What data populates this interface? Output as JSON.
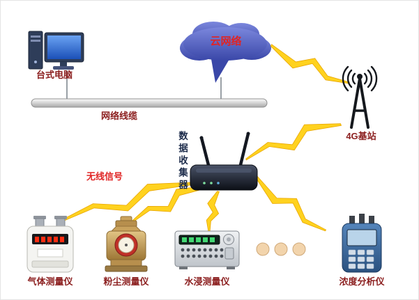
{
  "diagram": {
    "nodes": {
      "desktop": {
        "label": "台式电脑"
      },
      "cloud": {
        "label": "云网络"
      },
      "network_cable": {
        "label": "网络线缆"
      },
      "base_station": {
        "label": "4G基站"
      },
      "data_collector": {
        "label": "数据收集器"
      },
      "wireless_signal": {
        "label": "无线信号"
      },
      "gas_meter": {
        "label": "气体测量仪"
      },
      "dust_meter": {
        "label": "粉尘测量仪"
      },
      "water_meter": {
        "label": "水浸测量仪"
      },
      "analyzer": {
        "label": "浓度分析仪"
      }
    },
    "colors": {
      "label_text": "#8b1e1e",
      "signal_text": "#e02424",
      "collector_text": "#1c2b4a",
      "cloud_fill_top": "#7b87dd",
      "cloud_fill_bottom": "#3a47a8",
      "lightning": "#ffd21f",
      "lightning_edge": "#e8a500"
    }
  }
}
